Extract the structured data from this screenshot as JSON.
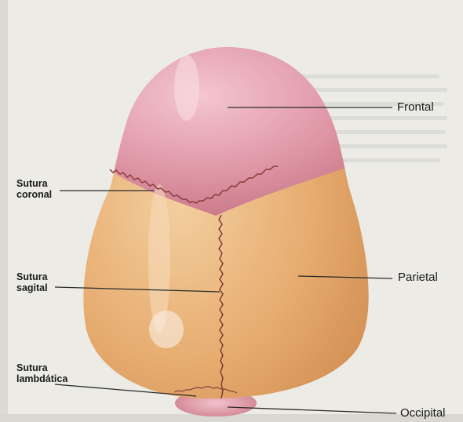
{
  "labels": {
    "frontal": "Frontal",
    "parietal": "Parietal",
    "occipital": "Occipital",
    "sutura_coronal": [
      "Sutura",
      "coronal"
    ],
    "sutura_sagital": [
      "Sutura",
      "sagital"
    ],
    "sutura_lambdatica": [
      "Sutura",
      "lambdática"
    ]
  },
  "colors": {
    "page": "#ecebe6",
    "frontal_bone": "#d88a9c",
    "parietal_bone": "#e3a76c",
    "occipital_bone": "#e09aa6",
    "suture": "#8a3c3c",
    "leader_line": "#2a2a2a"
  }
}
